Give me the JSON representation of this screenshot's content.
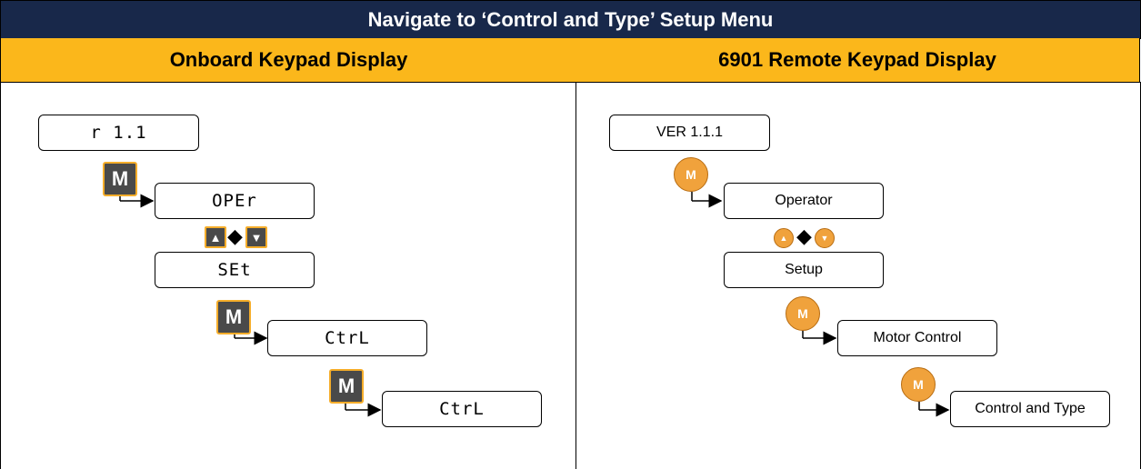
{
  "header": {
    "title": "Navigate to ‘Control and Type’ Setup Menu",
    "left_heading": "Onboard Keypad Display",
    "right_heading": "6901 Remote Keypad Display"
  },
  "onboard": {
    "screens": [
      "r 1.1",
      "OPEr",
      "SEt",
      "CtrL",
      "CtrL"
    ],
    "m_key_label": "M",
    "up_arrow": "▲",
    "down_arrow": "▼",
    "diamond": "◆"
  },
  "remote": {
    "screens": [
      "VER 1.1.1",
      "Operator",
      "Setup",
      "Motor Control",
      "Control and Type"
    ],
    "m_key_label": "M",
    "up_arrow": "▲",
    "down_arrow": "▼",
    "diamond": "◆"
  },
  "colors": {
    "title_bg": "#18284a",
    "heading_bg": "#fbb71b",
    "key_dark": "#4a4a4a",
    "key_orange": "#f0a23c"
  }
}
